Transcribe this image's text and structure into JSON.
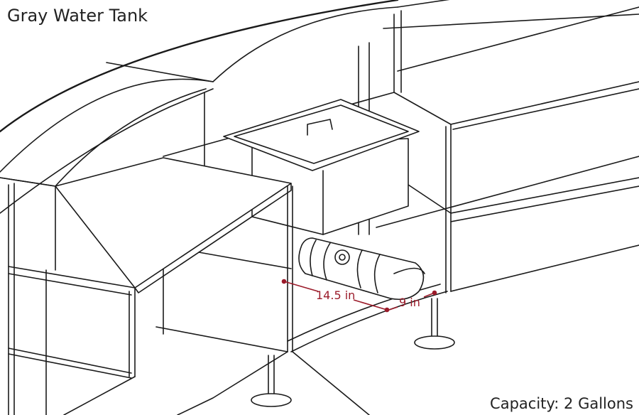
{
  "title": "Gray Water Tank",
  "capacity": "Capacity: 2 Gallons",
  "dimensions": {
    "depth": "14.5 in",
    "width": "9 in"
  },
  "colors": {
    "dimension": "#9b1b2a",
    "line": "#1a1a1a"
  }
}
